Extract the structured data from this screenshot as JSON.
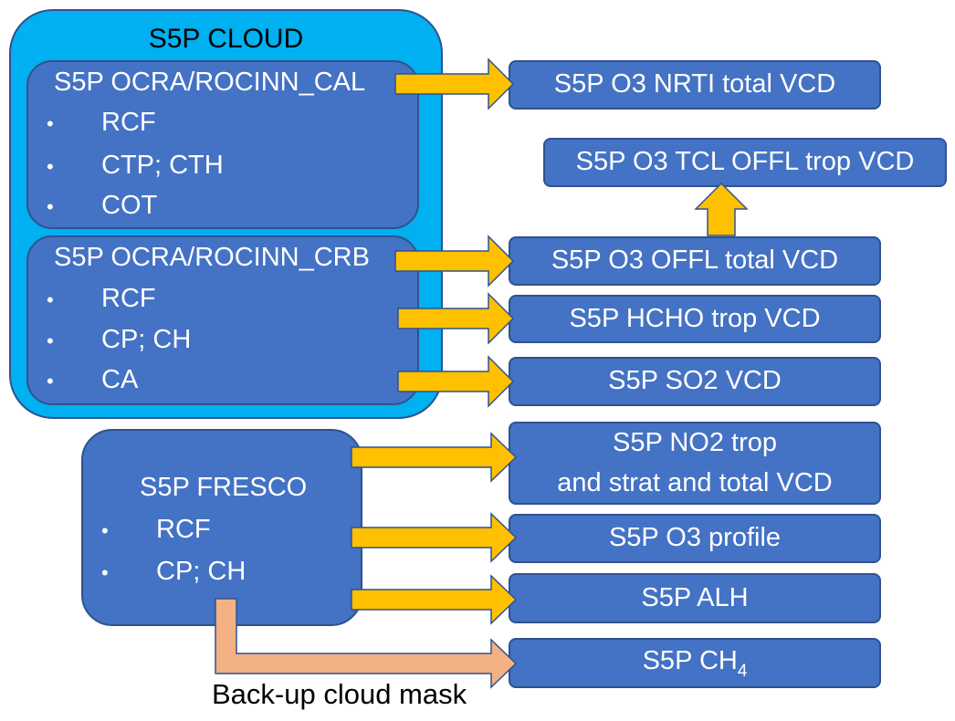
{
  "cloud_group": {
    "title": "S5P CLOUD",
    "cal": {
      "title": "S5P OCRA/ROCINN_CAL",
      "items": [
        "RCF",
        "CTP; CTH",
        "COT"
      ]
    },
    "crb": {
      "title": "S5P OCRA/ROCINN_CRB",
      "items": [
        "RCF",
        "CP; CH",
        "CA"
      ]
    }
  },
  "fresco": {
    "title": "S5P FRESCO",
    "items": [
      "RCF",
      "CP; CH"
    ]
  },
  "outputs": {
    "o3_nrti": "S5P O3 NRTI total VCD",
    "o3_tcl": "S5P O3 TCL OFFL trop VCD",
    "o3_offl": "S5P O3 OFFL total VCD",
    "hcho": "S5P HCHO trop VCD",
    "so2": "S5P SO2 VCD",
    "no2_line1": "S5P NO2 trop",
    "no2_line2": "and strat and total VCD",
    "o3_profile": "S5P O3 profile",
    "alh": "S5P ALH",
    "ch4_base": "S5P CH",
    "ch4_sub": "4"
  },
  "bullet": "•",
  "caption": "Back-up cloud mask",
  "colors": {
    "box_fill": "#4472c4",
    "cloud_fill": "#00b0f0",
    "arrow_main": "#ffc000",
    "arrow_backup": "#f4b183"
  }
}
